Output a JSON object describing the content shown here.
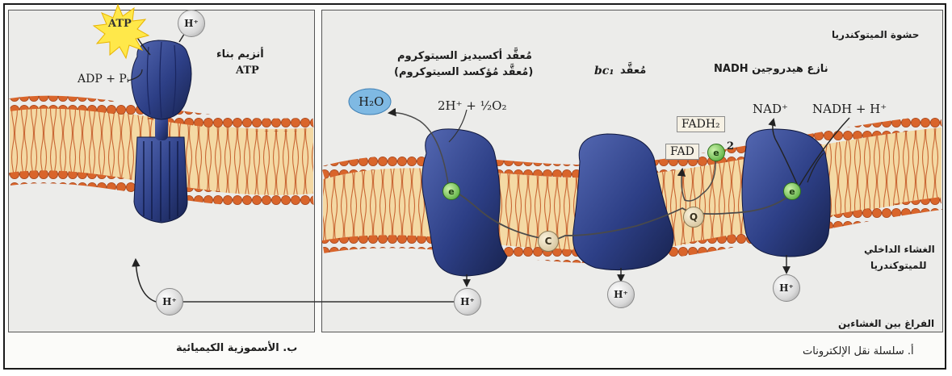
{
  "panel_a": {
    "caption": "أ. سلسلة نقل الإلكترونات",
    "matrix_label": "حشوة الميتوكندريا",
    "intermembrane_label": "الفراغ بين الغشاءين",
    "inner_membrane_label_line1": "الغشاء الداخلي",
    "inner_membrane_label_line2": "للميتوكندريا",
    "nadh_dehydrogenase": "نازع هيدروجين NADH",
    "bc1_complex_prefix": "مُعقَّد",
    "bc1_complex_name": "bc₁",
    "cytochrome_oxidase_line1": "مُعقَّد أكسيديز السيتوكروم",
    "cytochrome_oxidase_line2": "(مُعقَّد مُؤكسد السيتوكروم)",
    "nadh_plus_h": "NADH + H⁺",
    "nad_plus": "NAD⁺",
    "fadh2": "FADH₂",
    "fad": "FAD",
    "two": "2",
    "water": "H₂O",
    "oxygen_reaction": "2H⁺ + ½O₂",
    "q_label": "Q",
    "c_label": "C",
    "e_label": "e",
    "h_ion": "H⁺"
  },
  "panel_b": {
    "caption": "ب. الأسموزية الكيميائية",
    "atp_synthase_line1": "أنزيم بناء",
    "atp_synthase_line2": "ATP",
    "adp_pi": "ADP + Pᵢ",
    "atp": "ATP",
    "h_ion": "H⁺"
  },
  "colors": {
    "protein": "#2d3f86",
    "membrane_head": "#d9652b",
    "membrane_core": "#f4d9a4",
    "electron": "#44a12c",
    "water": "#7fb9e3"
  }
}
